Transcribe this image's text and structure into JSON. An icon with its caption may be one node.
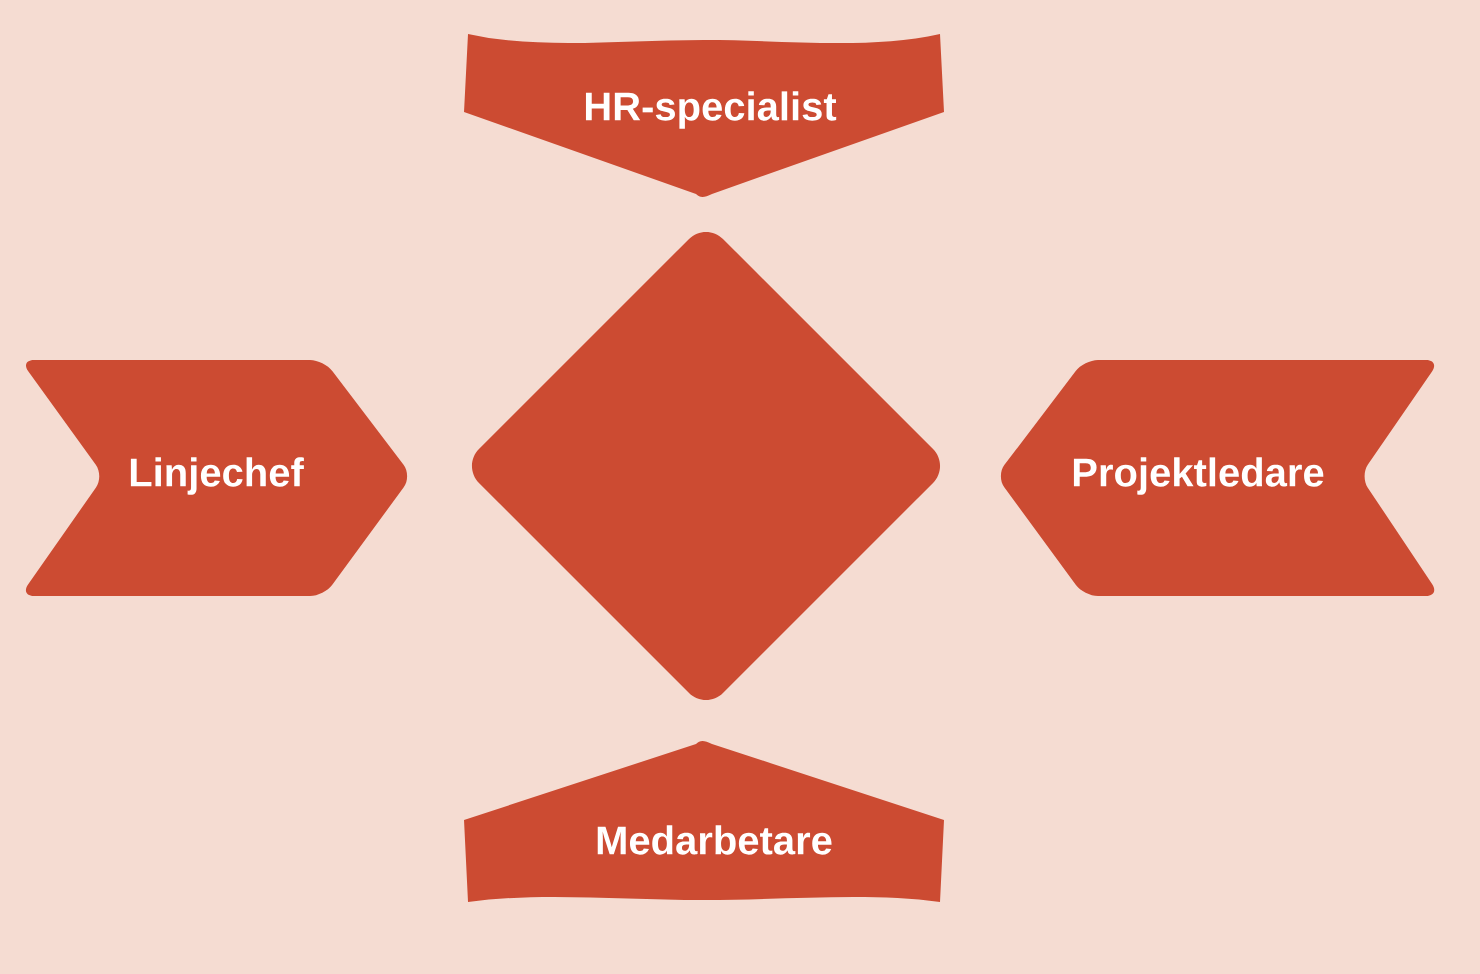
{
  "diagram": {
    "nodes": [
      {
        "text": [
          "HR-specialist"
        ]
      },
      {
        "text": [
          "Linjechef"
        ]
      },
      {
        "text": [],
        "shape": "diamond"
      },
      {
        "text": [
          "Projektledare"
        ]
      },
      {
        "text": [
          "Medarbetare"
        ]
      }
    ]
  }
}
